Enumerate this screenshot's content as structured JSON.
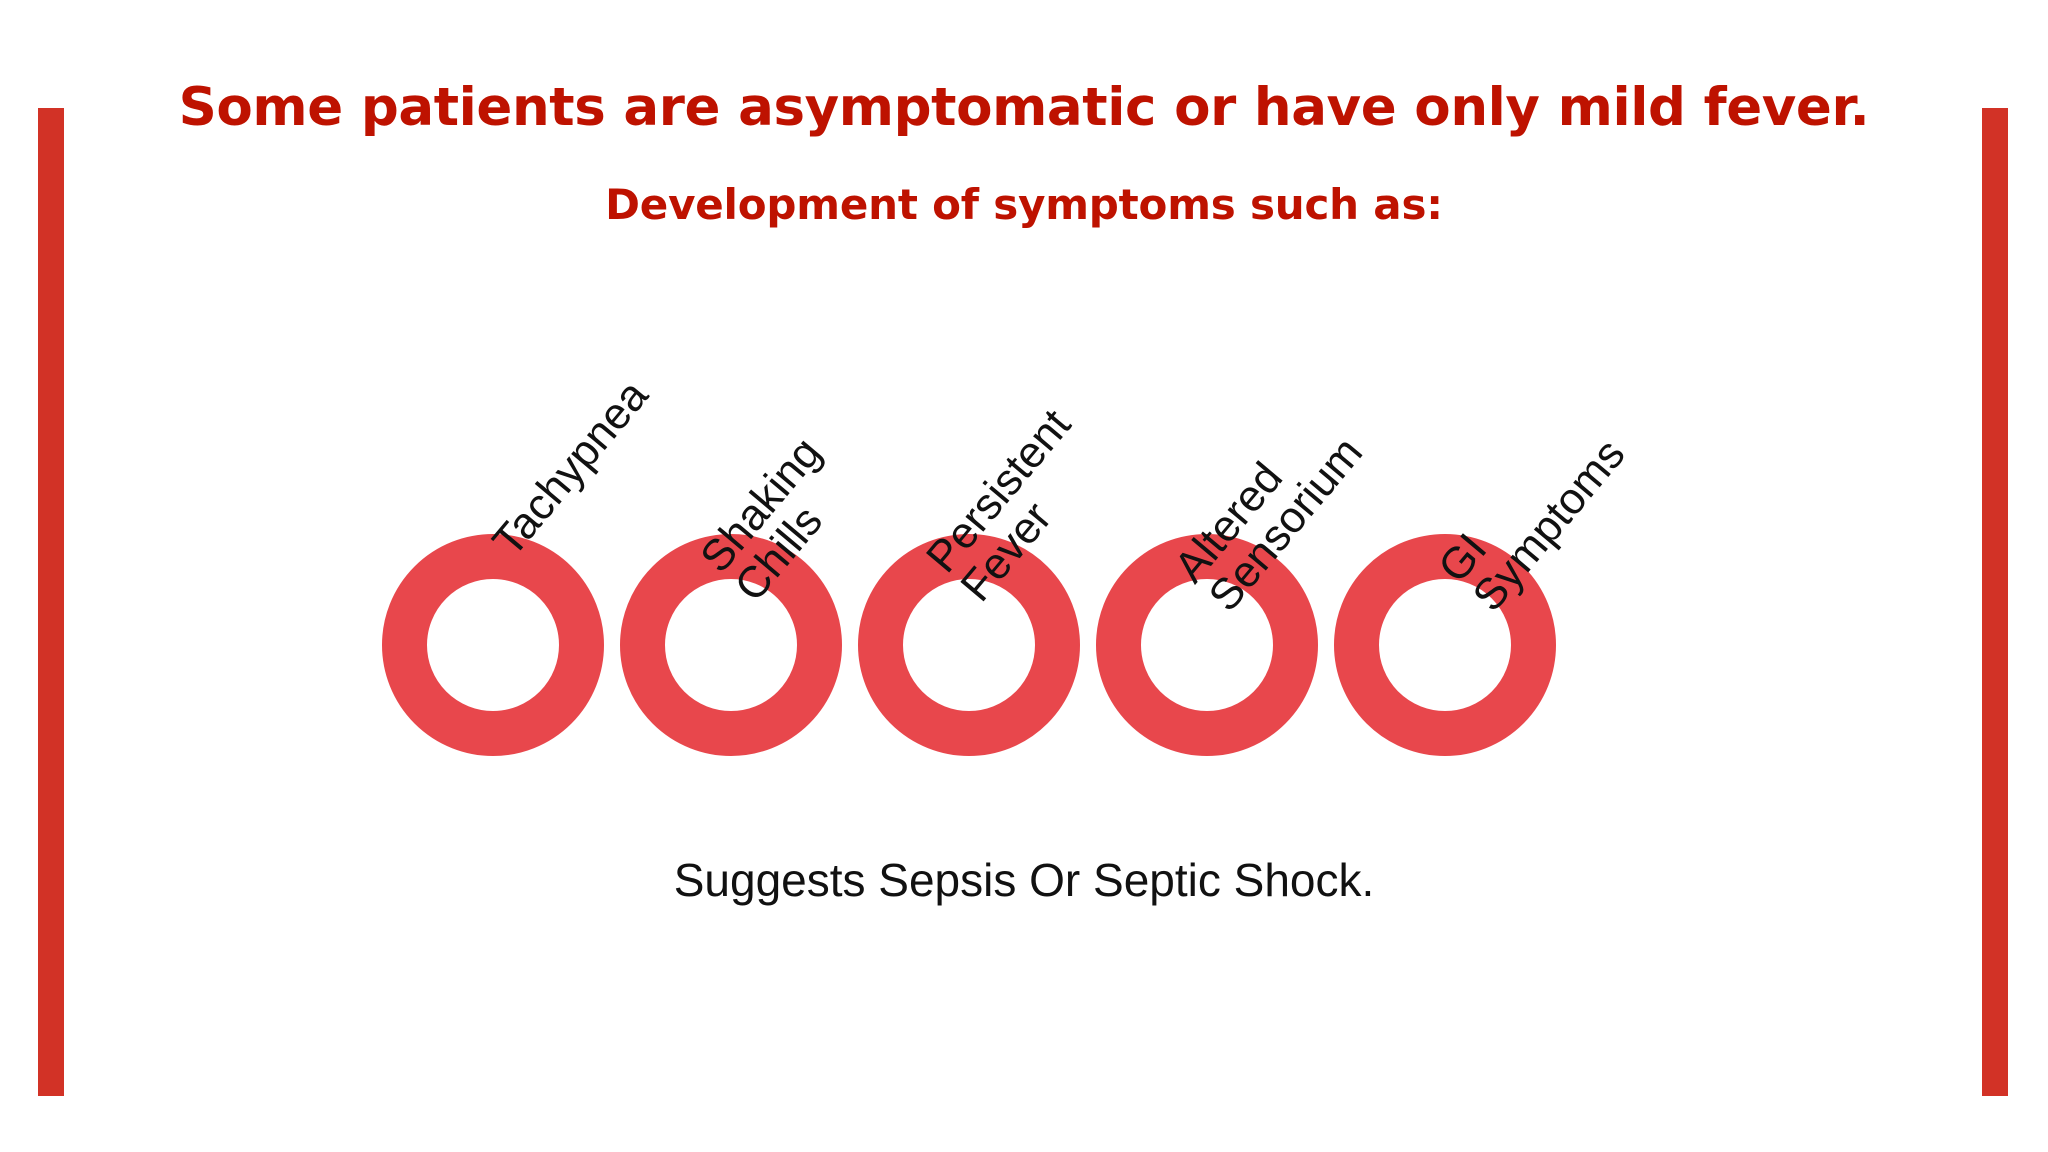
{
  "slide": {
    "background_color": "#FFFFFF",
    "accent_bar_color": "#D23226",
    "ring_color": "#E8474C",
    "heading_color": "#BE1200",
    "body_text_color": "#111111",
    "title": "Some patients are asymptomatic or have only mild fever.",
    "subtitle": "Development of symptoms such as:",
    "conclusion": "Suggests Sepsis Or Septic Shock."
  },
  "symptoms": [
    {
      "id": "tachypnea",
      "line1": "Tachypnea",
      "line2": ""
    },
    {
      "id": "shaking-chills",
      "line1": "Shaking",
      "line2": "Chills"
    },
    {
      "id": "persistent-fever",
      "line1": "Persistent",
      "line2": "Fever"
    },
    {
      "id": "altered-sensorium",
      "line1": "Altered",
      "line2": "Sensorium"
    },
    {
      "id": "gi-symptoms",
      "line1": "GI",
      "line2": "Symptoms"
    }
  ],
  "decor": {
    "left_bar_name": "left-accent-bar",
    "right_bar_name": "right-accent-bar",
    "ring_count": 5
  }
}
